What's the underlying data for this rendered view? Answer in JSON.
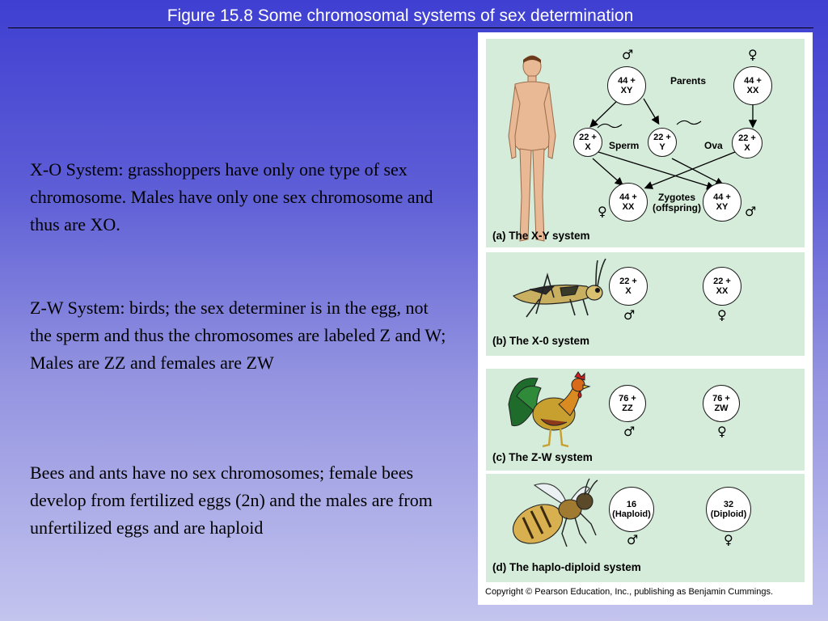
{
  "title": "Figure 15.8  Some chromosomal systems of sex determination",
  "paragraphs": {
    "xo": "X-O System:  grasshoppers have only one type of sex chromosome.  Males have only one sex chromosome and thus are XO.",
    "zw": "Z-W System:  birds; the sex determiner is in the egg, not the sperm and thus the chromosomes are labeled Z and W; Males are ZZ and females are ZW",
    "bees": "Bees and ants have no sex chromosomes; female bees develop from fertilized eggs (2n) and the males are from unfertilized eggs and are haploid"
  },
  "figure": {
    "symbols": {
      "male": "♂",
      "female": "♀"
    },
    "panel_a": {
      "parent_male": "44 +\nXY",
      "parent_female": "44 +\nXX",
      "parents_label": "Parents",
      "sperm_x": "22 +\nX",
      "sperm_y": "22 +\nY",
      "sperm_label": "Sperm",
      "ova_label": "Ova",
      "ovum_x": "22 +\nX",
      "zygote_female": "44 +\nXX",
      "zygote_male": "44 +\nXY",
      "zygotes_label": "Zygotes\n(offspring)",
      "caption_letter": "(a)",
      "caption": "The X-Y system"
    },
    "panel_b": {
      "male": "22 +\nX",
      "female": "22 +\nXX",
      "caption_letter": "(b)",
      "caption": "The X-0 system"
    },
    "panel_c": {
      "male": "76 +\nZZ",
      "female": "76 +\nZW",
      "caption_letter": "(c)",
      "caption": "The Z-W system"
    },
    "panel_d": {
      "male": "16\n(Haploid)",
      "female": "32\n(Diploid)",
      "caption_letter": "(d)",
      "caption": "The haplo-diploid system"
    },
    "copyright": "Copyright © Pearson Education, Inc., publishing as Benjamin Cummings."
  }
}
